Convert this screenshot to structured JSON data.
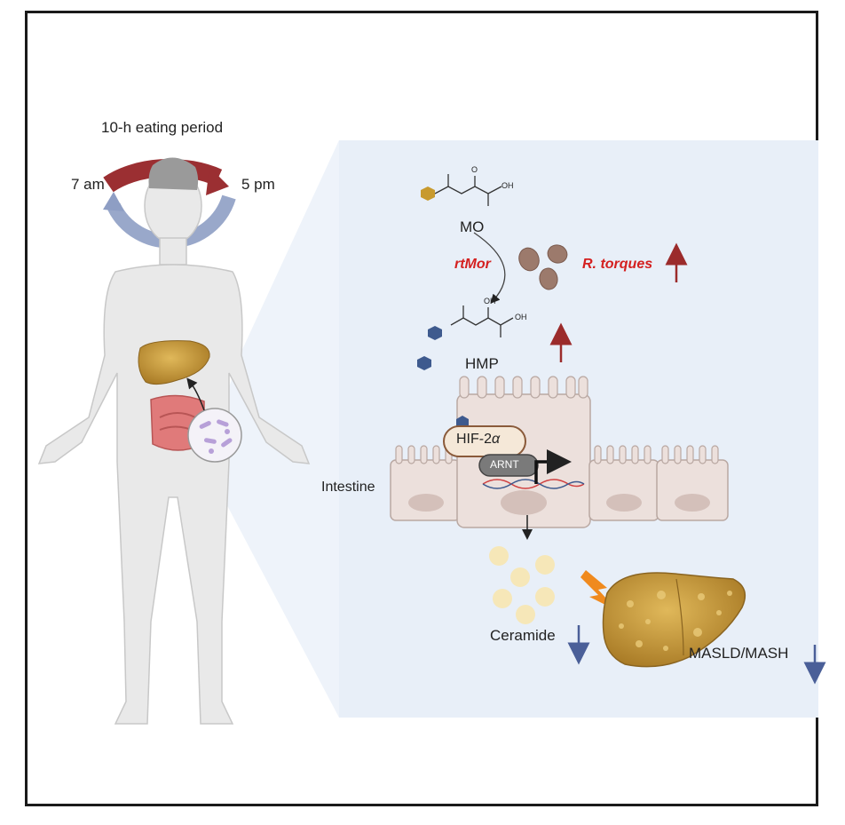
{
  "eating": {
    "title": "10-h eating period",
    "start": "7 am",
    "end": "5 pm"
  },
  "metabolites": {
    "substrate": "MO",
    "product": "HMP",
    "enzyme": "rtMor",
    "bacterium": "R. torques",
    "oh_label": "OH",
    "o_label": "O"
  },
  "cell": {
    "tissue": "Intestine",
    "factor": "HIF-2",
    "factor_greek": "α",
    "partner": "ARNT"
  },
  "outcomes": {
    "lipid": "Ceramide",
    "disease": "MASLD/MASH"
  },
  "colors": {
    "up_arrow": "#9b2b2b",
    "down_arrow": "#4a5f98",
    "enzyme_text": "#d42020",
    "panel_bg": "#e8eff8",
    "body_fill": "#e9e9e9",
    "liver": "#c99a3c"
  }
}
